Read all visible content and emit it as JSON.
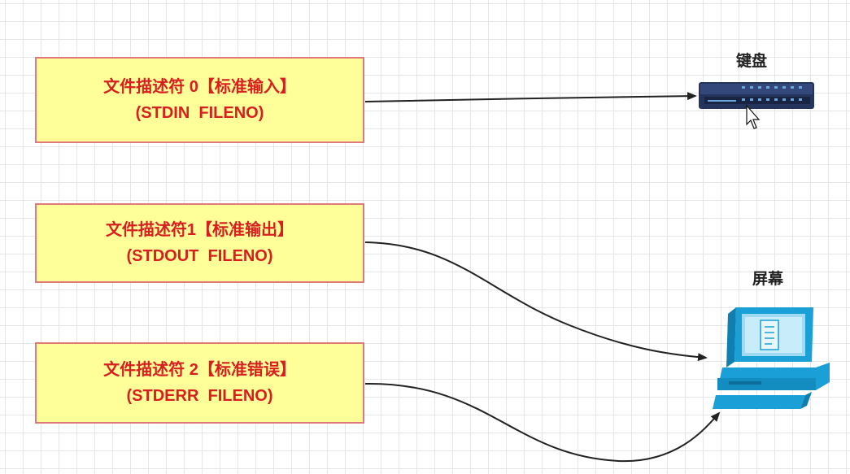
{
  "diagram": {
    "descriptors": [
      {
        "title": "文件描述符 0【标准输入】",
        "name": "(STDIN  FILENO)"
      },
      {
        "title": "文件描述符1【标准输出】",
        "name": "(STDOUT  FILENO)"
      },
      {
        "title": "文件描述符 2【标准错误】",
        "name": "(STDERR  FILENO)"
      }
    ],
    "devices": {
      "keyboard": {
        "label": "键盘",
        "icon": "keyboard-icon"
      },
      "screen": {
        "label": "屏幕",
        "icon": "computer-monitor-icon"
      }
    },
    "colors": {
      "box_fill": "#ffff99",
      "box_border": "#e07a7a",
      "box_text": "#d81e1e",
      "arrow": "#222222",
      "device_blue": "#1a9fd6"
    }
  }
}
